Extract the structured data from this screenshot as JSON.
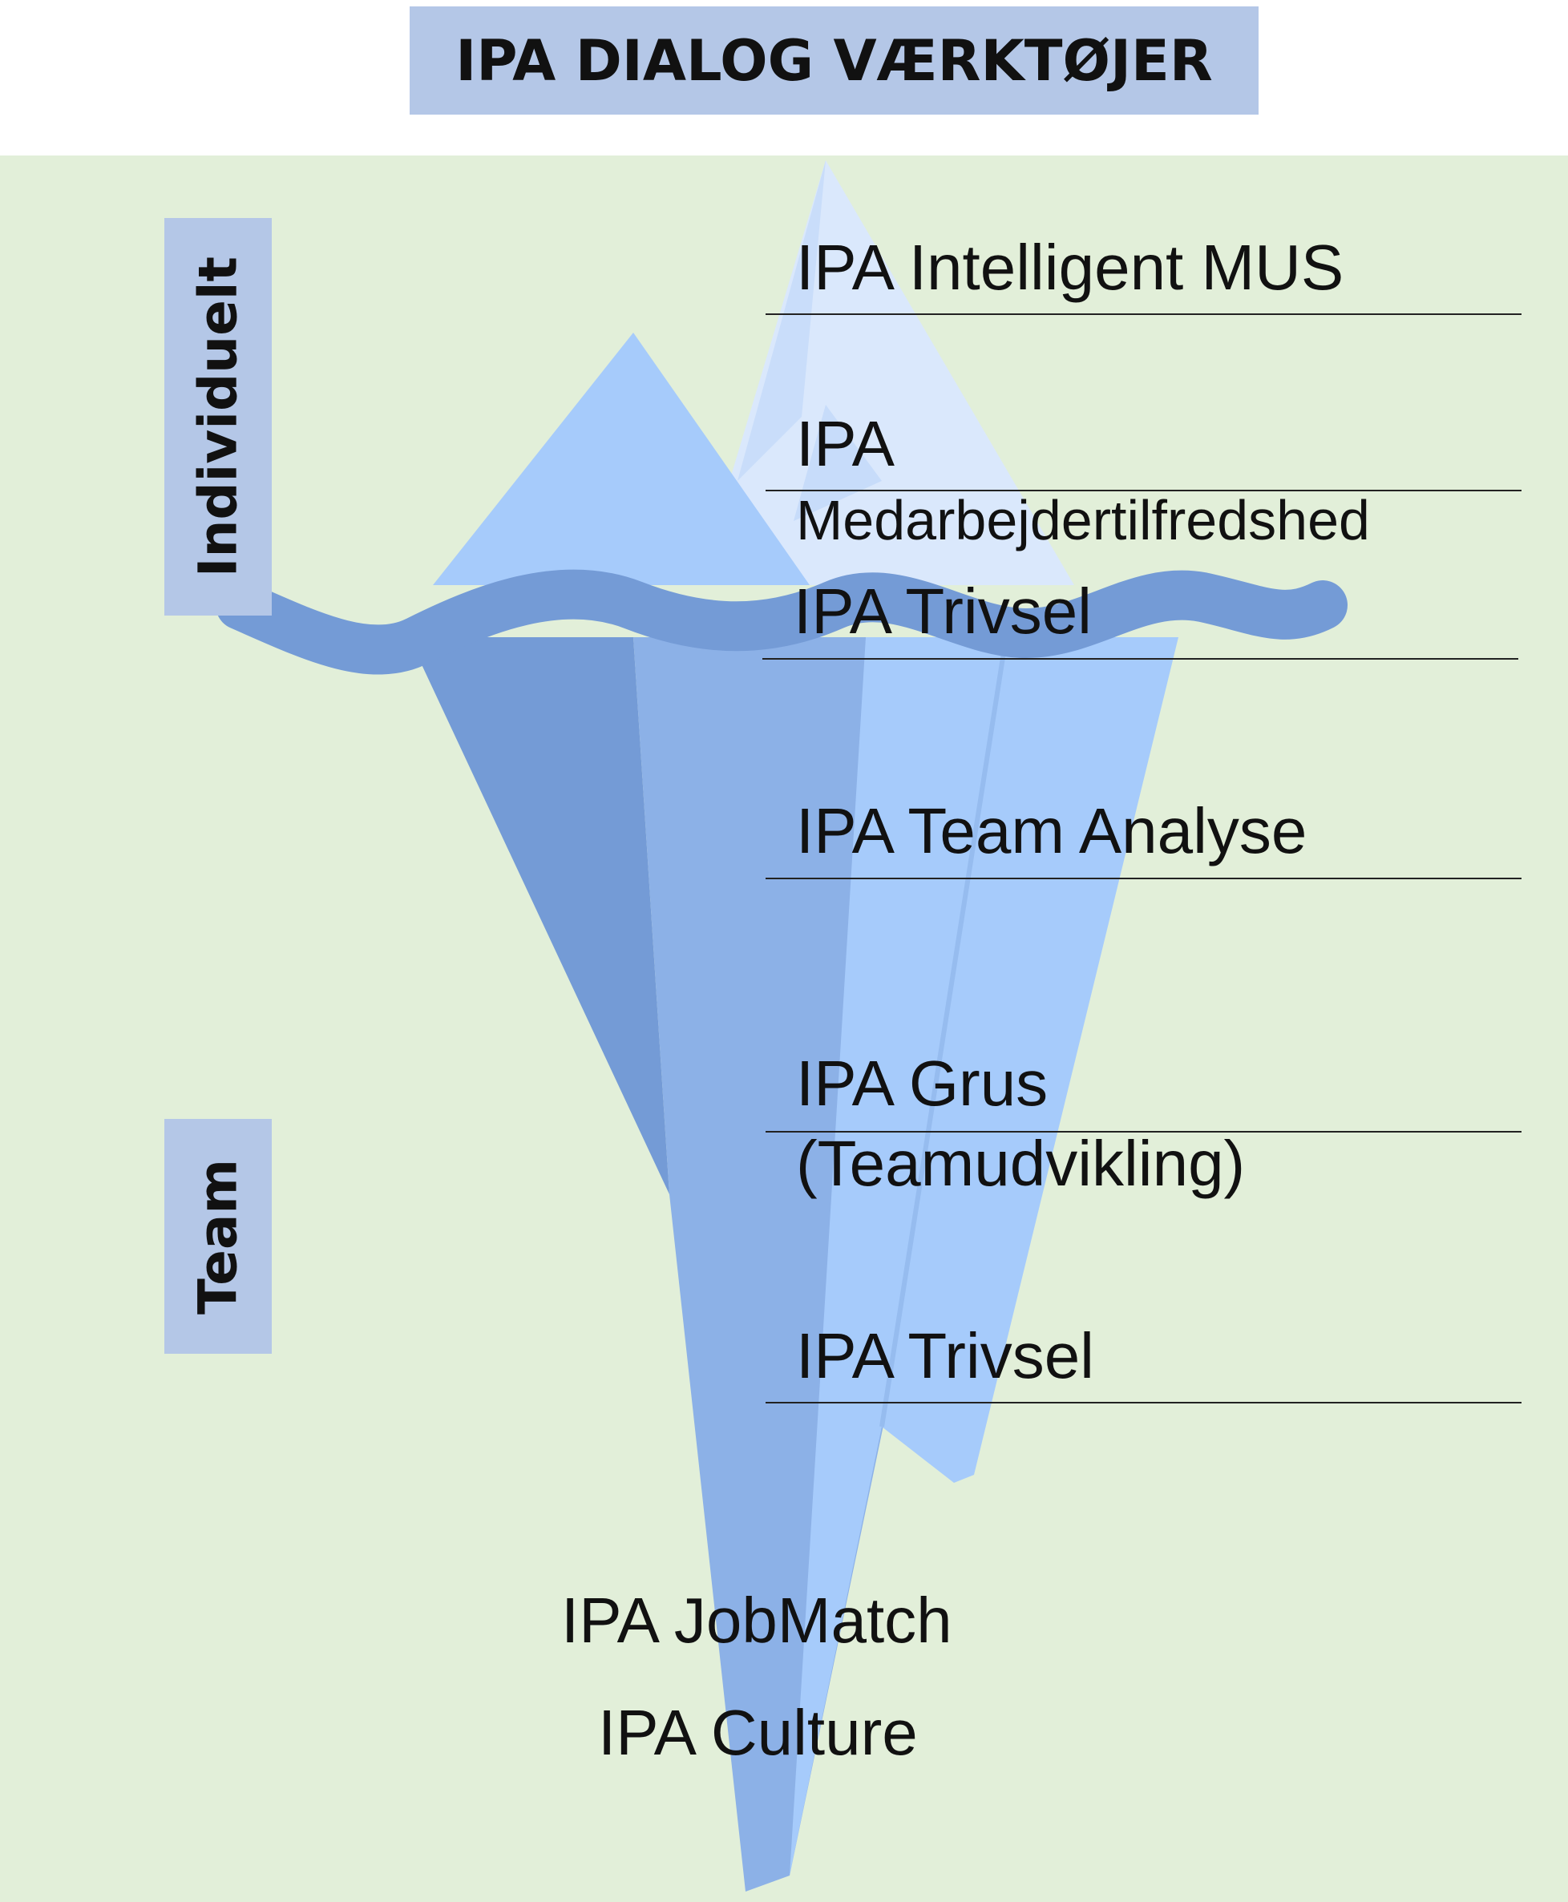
{
  "title": "IPA DIALOG VÆRKTØJER",
  "side_labels": {
    "individual": "Individuelt",
    "team": "Team"
  },
  "tools": {
    "intelligent_mus": "IPA Intelligent MUS",
    "medarbejder_line1": "IPA",
    "medarbejder_line2": "Medarbejdertilfredshed",
    "trivsel_individual": "IPA Trivsel",
    "team_analyse": "IPA Team Analyse",
    "grus_line1": "IPA Grus",
    "grus_line2": "(Teamudvikling)",
    "trivsel_team": "IPA Trivsel",
    "jobmatch": "IPA JobMatch",
    "culture": "IPA Culture"
  },
  "colors": {
    "title_bg": "#b4c7e7",
    "background": "#e2efd9",
    "ice_light": "#dae8fc",
    "ice_mid": "#a6cbfb",
    "ice_dark": "#749bd6",
    "water": "#749bd6"
  }
}
